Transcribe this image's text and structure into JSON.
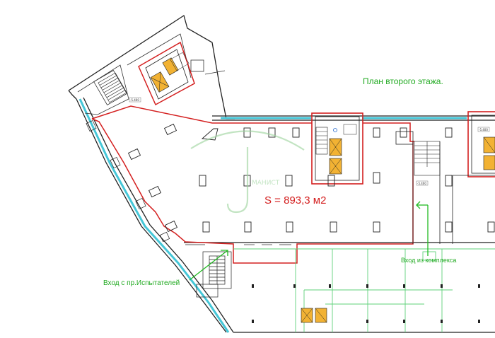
{
  "title": "План второго этажа.",
  "area_label": "S = 893,3 м2",
  "entrances": {
    "street": "Вход с пр.Испытателей",
    "complex": "Вход из комплекса"
  },
  "watermark": "МАНИСТ",
  "tags": [
    "-5.400",
    "-5.400",
    "-5.400"
  ],
  "colors": {
    "wall": "#222222",
    "boundary": "#d42020",
    "glazing": "#45c7d8",
    "label": "#22aa22",
    "arrow": "#22bb22",
    "stair_fill": "#f2b233",
    "watermark": "#9bd39b"
  },
  "icons": [
    "arrow-entry-street-icon",
    "arrow-entry-complex-icon",
    "staircase-icon",
    "elevator-icon",
    "watermark-logo-icon"
  ]
}
